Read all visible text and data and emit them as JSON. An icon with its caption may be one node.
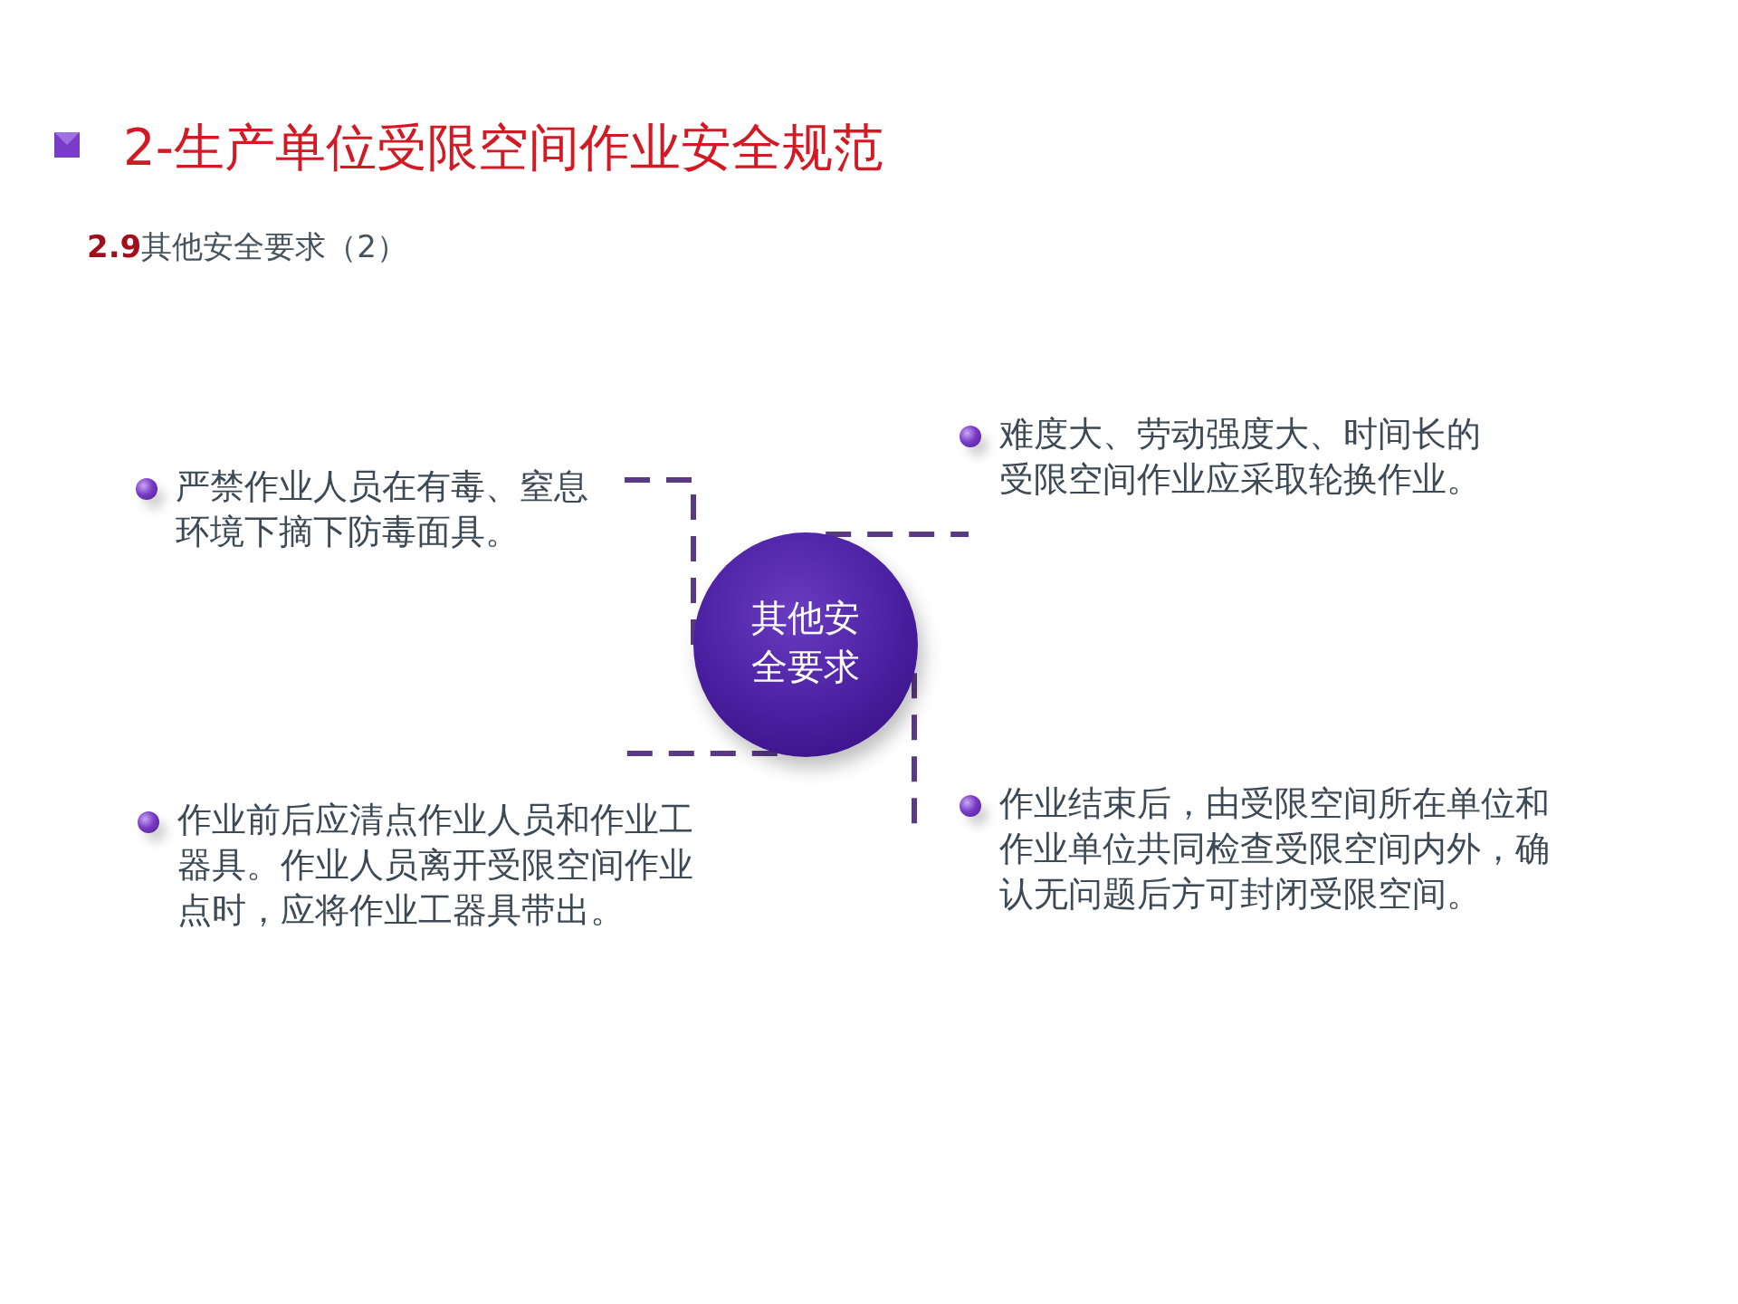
{
  "diagram": {
    "title": "2-生产单位受限空间作业安全规范",
    "nodes": [
      {
        "text": [
          "难度大、劳动强度大、时间长的受限空间作业应采取轮换作业。"
        ]
      },
      {
        "text": [
          "严禁作业人员在有毒、窒息环境下摘下防毒面具。"
        ]
      },
      {
        "text": [
          "其他安全要求"
        ]
      },
      {
        "text": [
          "作业前后应清点作业人员和作业工器具。作业人员离开受限空间作业点时，应将作业工器具带出。"
        ]
      },
      {
        "text": [
          "作业结束后，由受限空间所在单位和作业单位共同检查受限空间内外，确认无问题后方可封闭受限空间。"
        ]
      }
    ],
    "edges": [
      {
        "from": 2,
        "to": 0,
        "arrow": "none",
        "style": "dashed"
      },
      {
        "from": 2,
        "to": 1,
        "arrow": "none",
        "style": "dashed"
      },
      {
        "from": 2,
        "to": 3,
        "arrow": "none",
        "style": "dashed"
      },
      {
        "from": 2,
        "to": 4,
        "arrow": "none",
        "style": "dashed"
      }
    ],
    "labels": [
      "**2.9**其他安全要求（2）"
    ]
  }
}
